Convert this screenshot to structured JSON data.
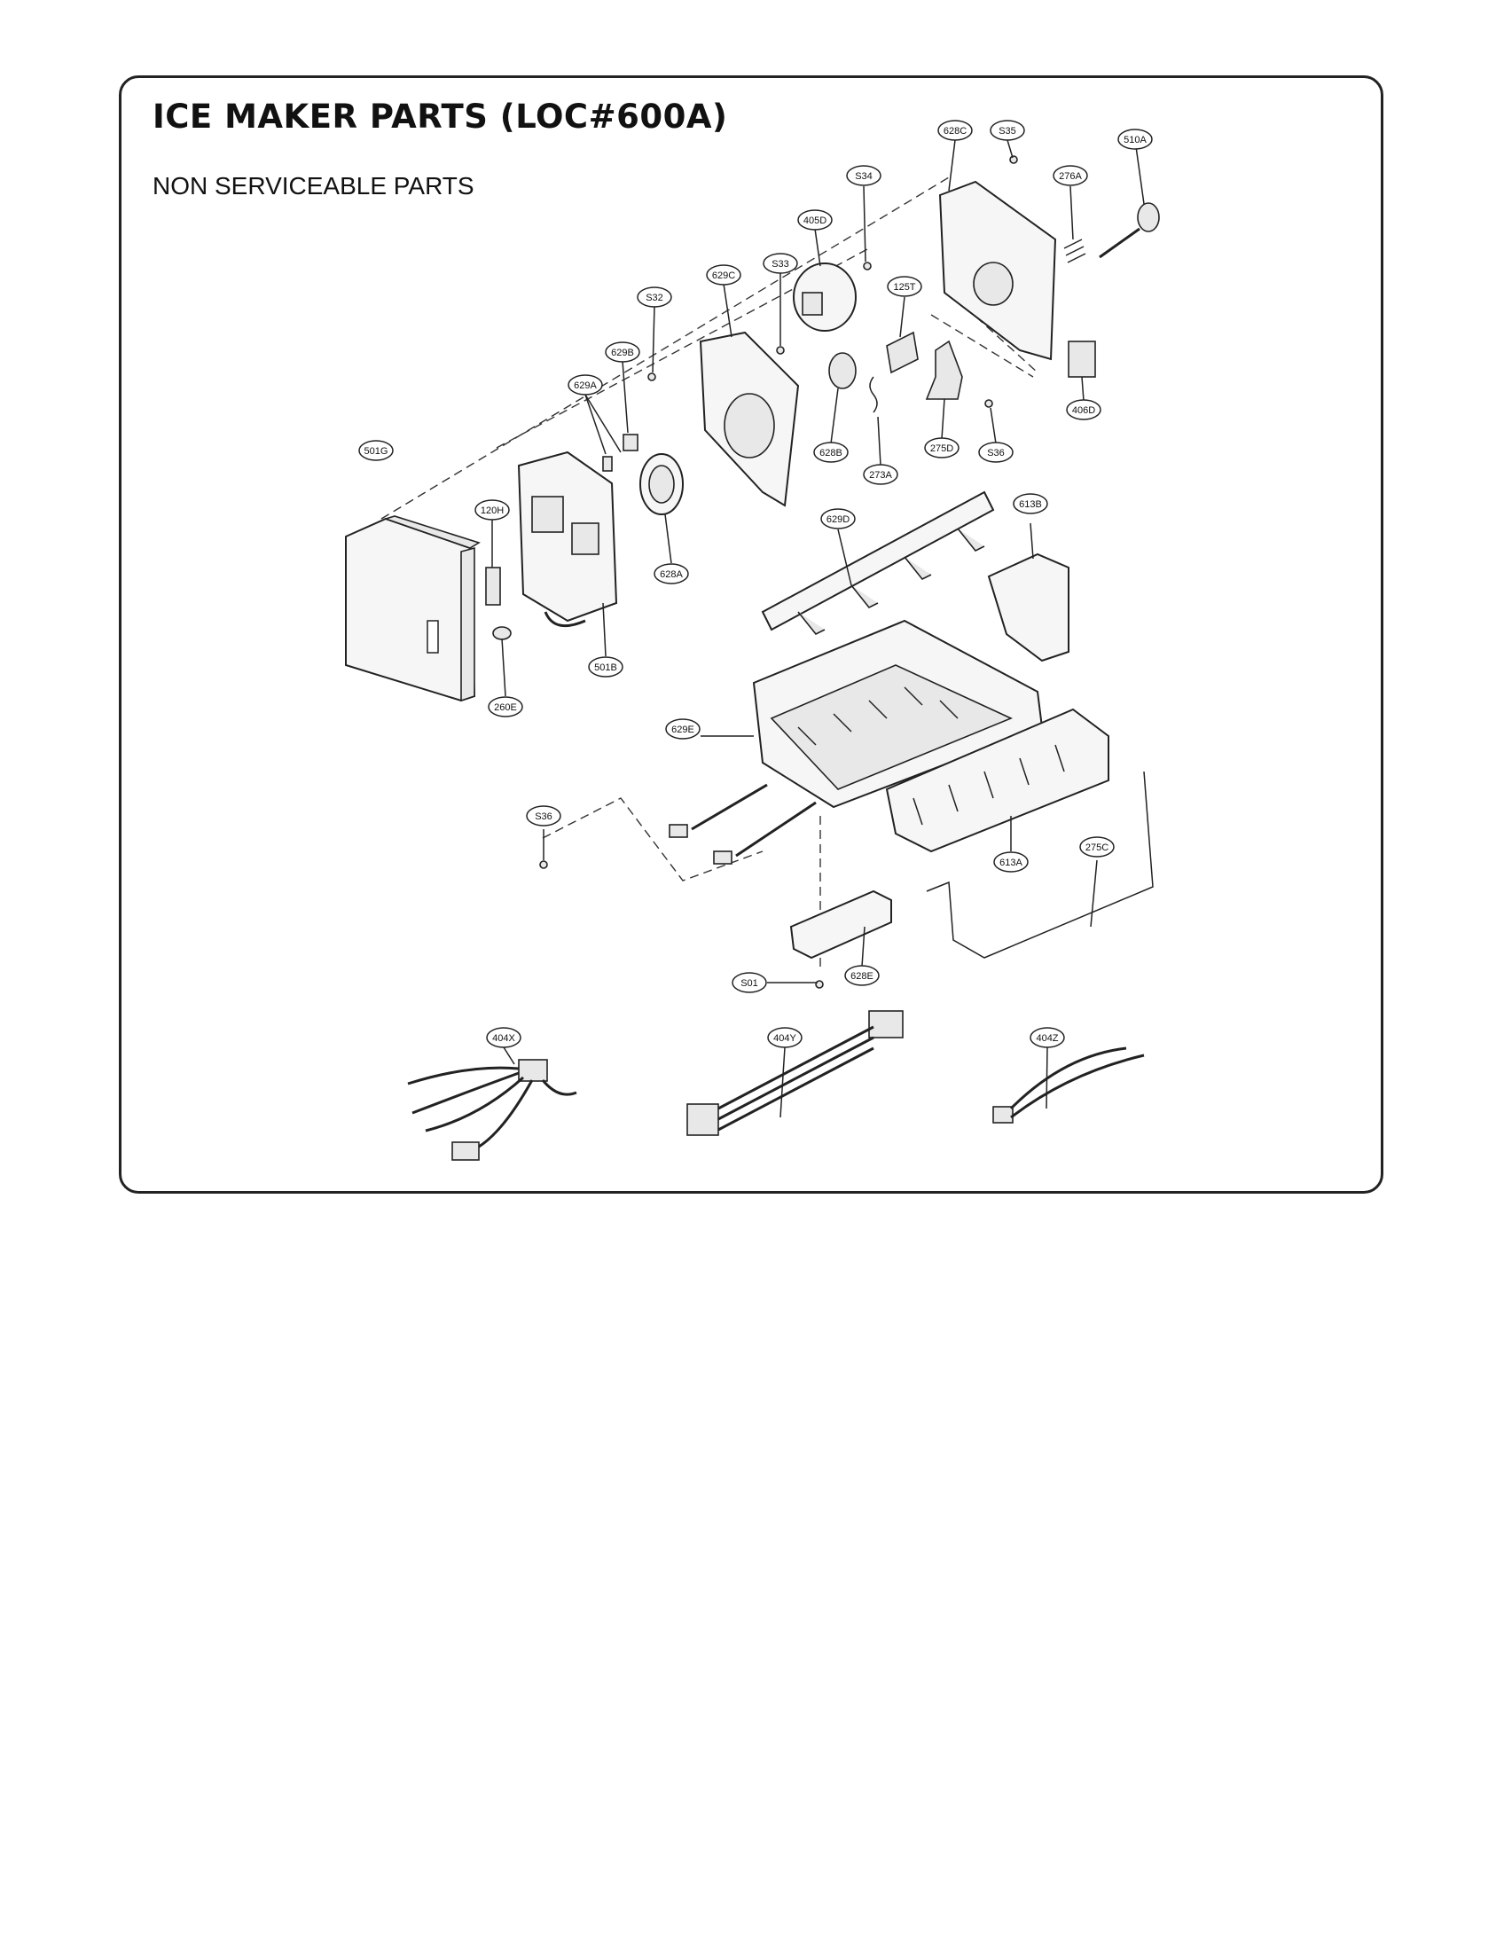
{
  "title": "ICE MAKER PARTS (LOC#600A)",
  "subtitle": "NON SERVICEABLE PARTS",
  "labels": [
    "628C",
    "S35",
    "510A",
    "276A",
    "S34",
    "405D",
    "S33",
    "629C",
    "125T",
    "S32",
    "629B",
    "629A",
    "406D",
    "628B",
    "273A",
    "275D",
    "S36",
    "501G",
    "120H",
    "628A",
    "629D",
    "613B",
    "501B",
    "260E",
    "629E",
    "S36",
    "613A",
    "275C",
    "628E",
    "S01",
    "404X",
    "404Y",
    "404Z"
  ]
}
